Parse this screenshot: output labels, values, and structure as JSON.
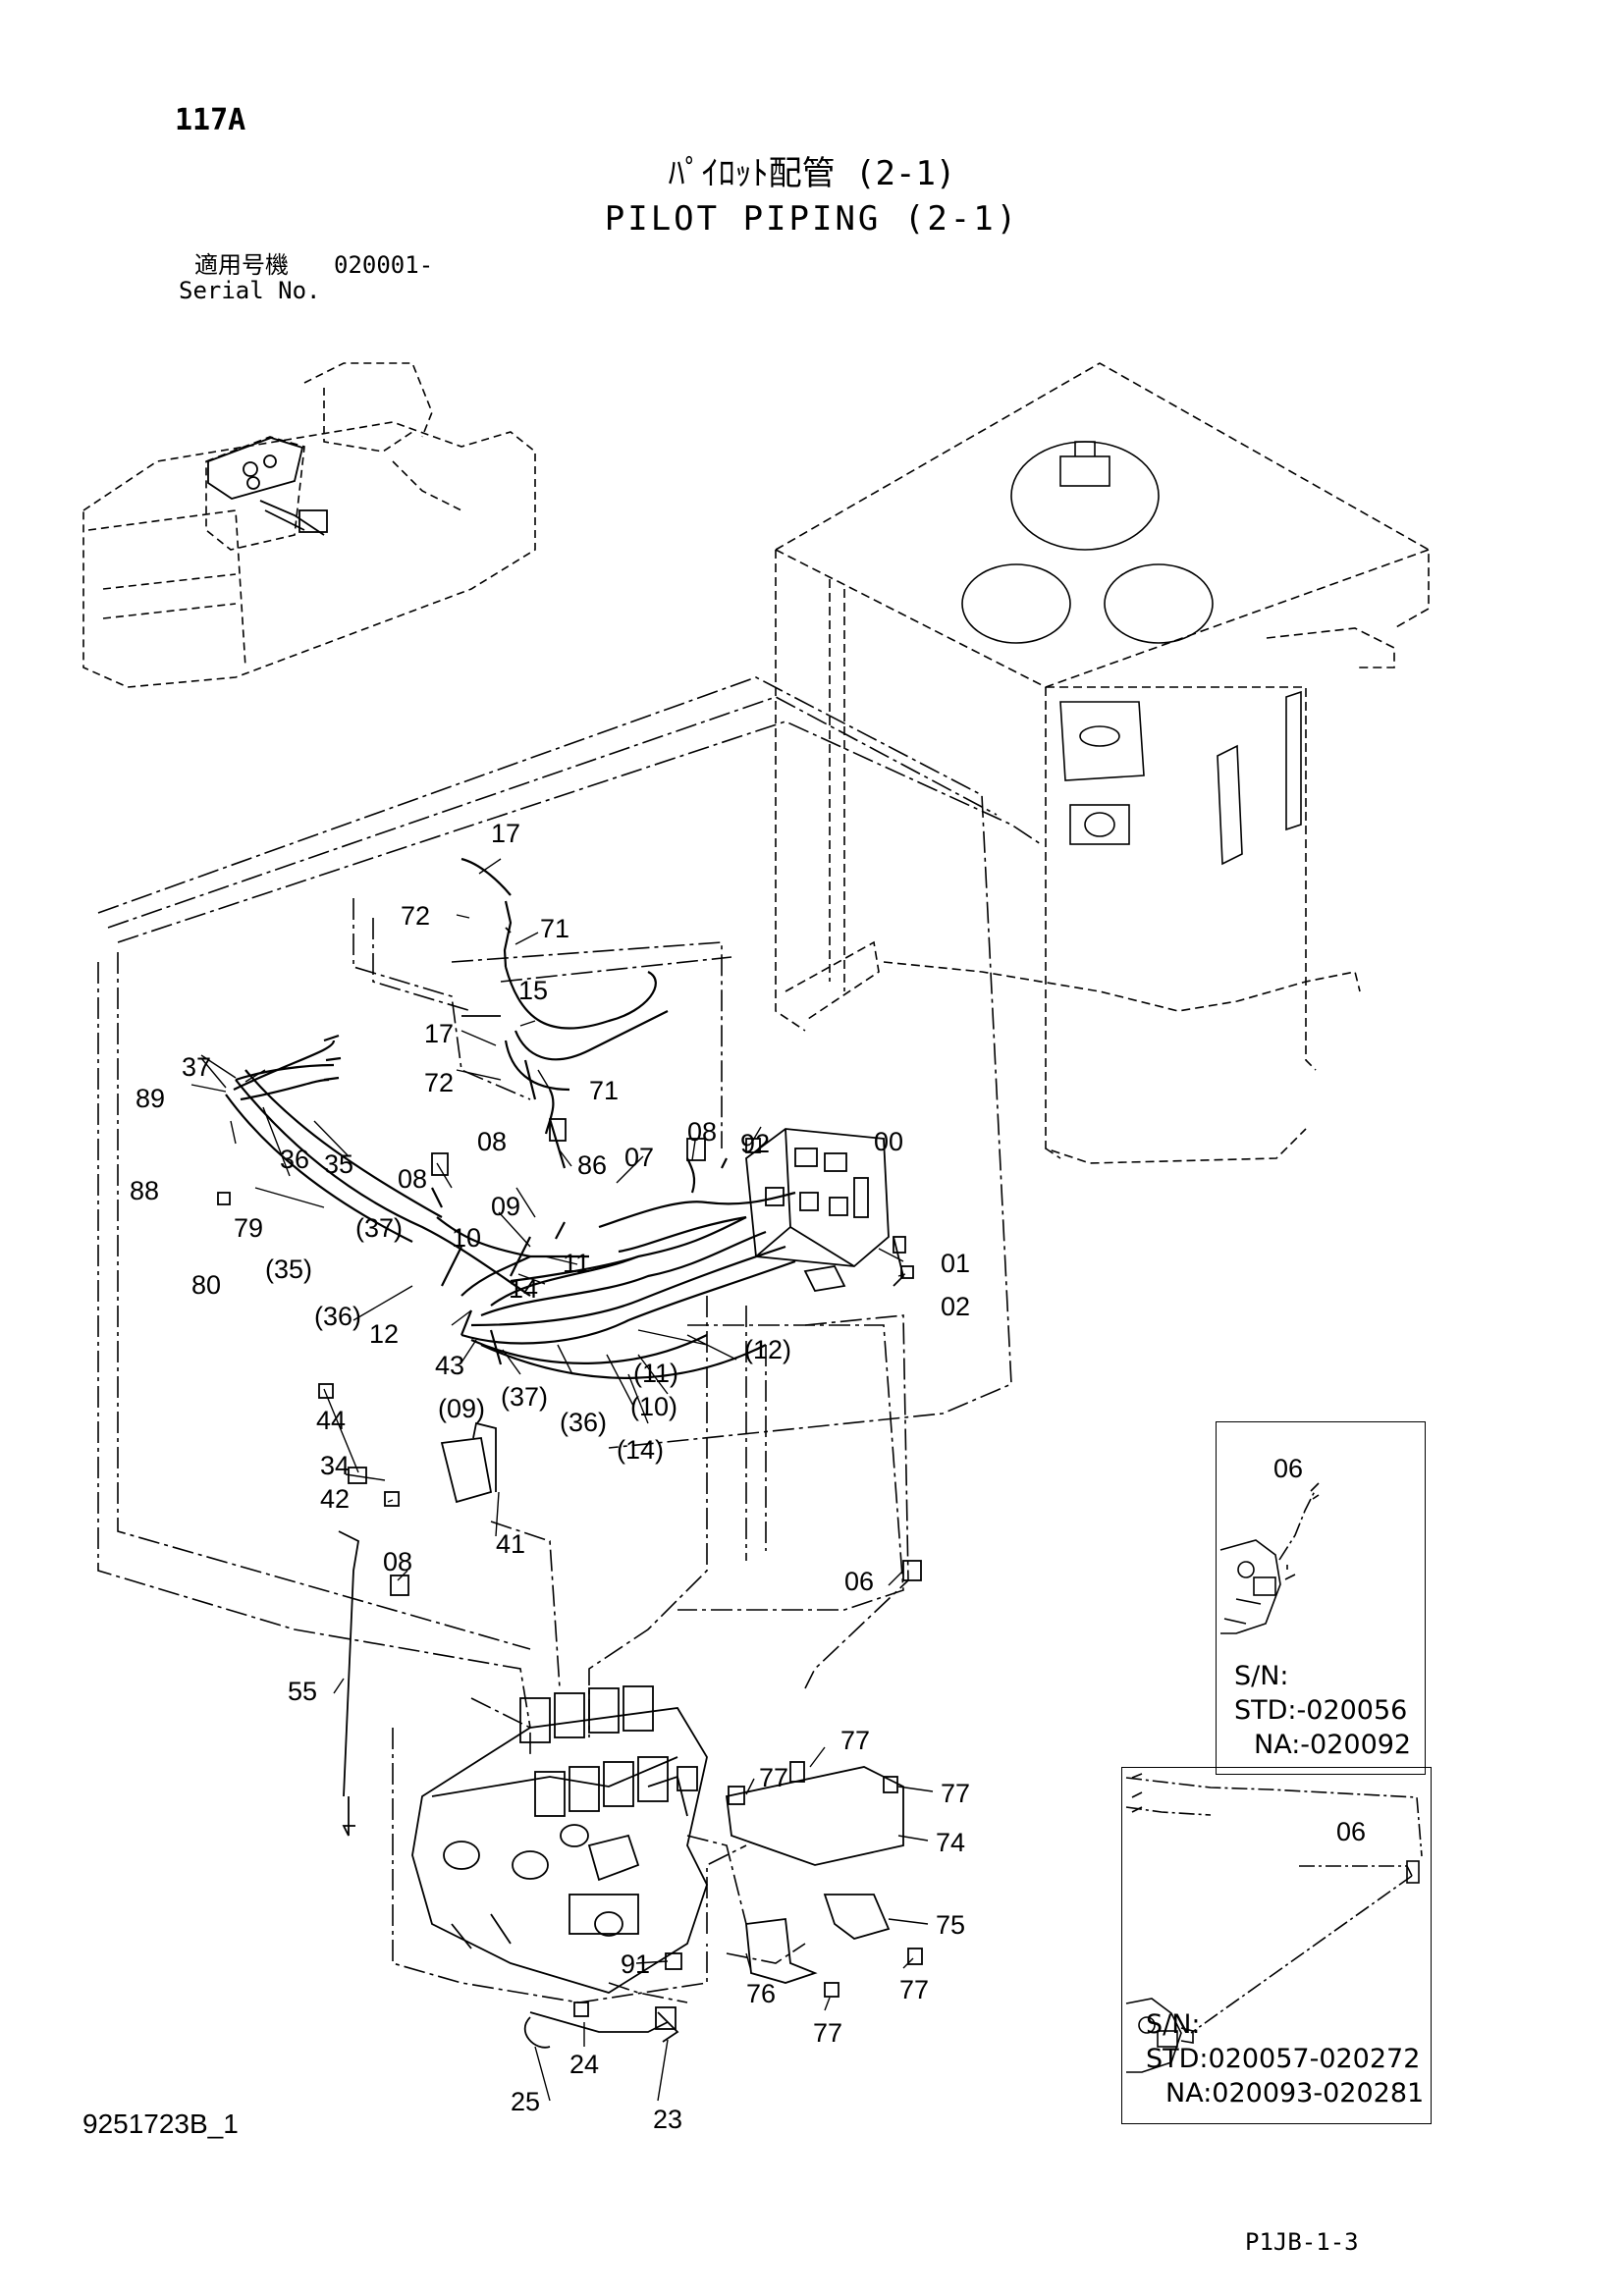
{
  "header": {
    "page_number": "117A",
    "title_jp": "ﾊﾟｲﾛｯﾄ配管 (2-1)",
    "title_en": "PILOT PIPING (2-1)",
    "serial_jp_label": "適用号機",
    "serial_range": "020001-",
    "serial_en_label": "Serial No."
  },
  "callouts": [
    {
      "id": "c17a",
      "label": "17"
    },
    {
      "id": "c72a",
      "label": "72"
    },
    {
      "id": "c71a",
      "label": "71"
    },
    {
      "id": "c15",
      "label": "15"
    },
    {
      "id": "c17b",
      "label": "17"
    },
    {
      "id": "c72b",
      "label": "72"
    },
    {
      "id": "c71b",
      "label": "71"
    },
    {
      "id": "c37",
      "label": "37"
    },
    {
      "id": "c89",
      "label": "89"
    },
    {
      "id": "c36",
      "label": "36"
    },
    {
      "id": "c35",
      "label": "35"
    },
    {
      "id": "c88",
      "label": "88"
    },
    {
      "id": "c79",
      "label": "79"
    },
    {
      "id": "c80",
      "label": "80"
    },
    {
      "id": "c35p",
      "label": "(35)"
    },
    {
      "id": "c37p",
      "label": "(37)"
    },
    {
      "id": "c08a",
      "label": "08"
    },
    {
      "id": "c10",
      "label": "10"
    },
    {
      "id": "c09",
      "label": "09"
    },
    {
      "id": "c08b",
      "label": "08"
    },
    {
      "id": "c86",
      "label": "86"
    },
    {
      "id": "c07",
      "label": "07"
    },
    {
      "id": "c08c",
      "label": "08"
    },
    {
      "id": "c92",
      "label": "92"
    },
    {
      "id": "c00",
      "label": "00"
    },
    {
      "id": "c01",
      "label": "01"
    },
    {
      "id": "c02",
      "label": "02"
    },
    {
      "id": "c11",
      "label": "11"
    },
    {
      "id": "c14",
      "label": "14"
    },
    {
      "id": "c36p",
      "label": "(36)"
    },
    {
      "id": "c12",
      "label": "12"
    },
    {
      "id": "c43",
      "label": "43"
    },
    {
      "id": "c12p",
      "label": "(12)"
    },
    {
      "id": "c11p",
      "label": "(11)"
    },
    {
      "id": "c10p",
      "label": "(10)"
    },
    {
      "id": "c09p",
      "label": "(09)"
    },
    {
      "id": "c37p2",
      "label": "(37)"
    },
    {
      "id": "c36p2",
      "label": "(36)"
    },
    {
      "id": "c14p",
      "label": "(14)"
    },
    {
      "id": "c44",
      "label": "44"
    },
    {
      "id": "c34",
      "label": "34"
    },
    {
      "id": "c42",
      "label": "42"
    },
    {
      "id": "c41",
      "label": "41"
    },
    {
      "id": "c08d",
      "label": "08"
    },
    {
      "id": "c06a",
      "label": "06"
    },
    {
      "id": "c55",
      "label": "55"
    },
    {
      "id": "c77a",
      "label": "77"
    },
    {
      "id": "c77b",
      "label": "77"
    },
    {
      "id": "c77c",
      "label": "77"
    },
    {
      "id": "c74",
      "label": "74"
    },
    {
      "id": "c75",
      "label": "75"
    },
    {
      "id": "c77d",
      "label": "77"
    },
    {
      "id": "c91",
      "label": "91"
    },
    {
      "id": "c76",
      "label": "76"
    },
    {
      "id": "c77e",
      "label": "77"
    },
    {
      "id": "c24",
      "label": "24"
    },
    {
      "id": "c25",
      "label": "25"
    },
    {
      "id": "c23",
      "label": "23"
    }
  ],
  "inset1": {
    "callout": "06",
    "sn_label": "S/N:",
    "std": "STD:-020056",
    "na": "NA:-020092"
  },
  "inset2": {
    "callout": "06",
    "sn_label": "S/N:",
    "std": "STD:020057-020272",
    "na": "NA:020093-020281"
  },
  "footer": {
    "drawing_number": "9251723B_1",
    "sheet_code": "P1JB-1-3"
  }
}
